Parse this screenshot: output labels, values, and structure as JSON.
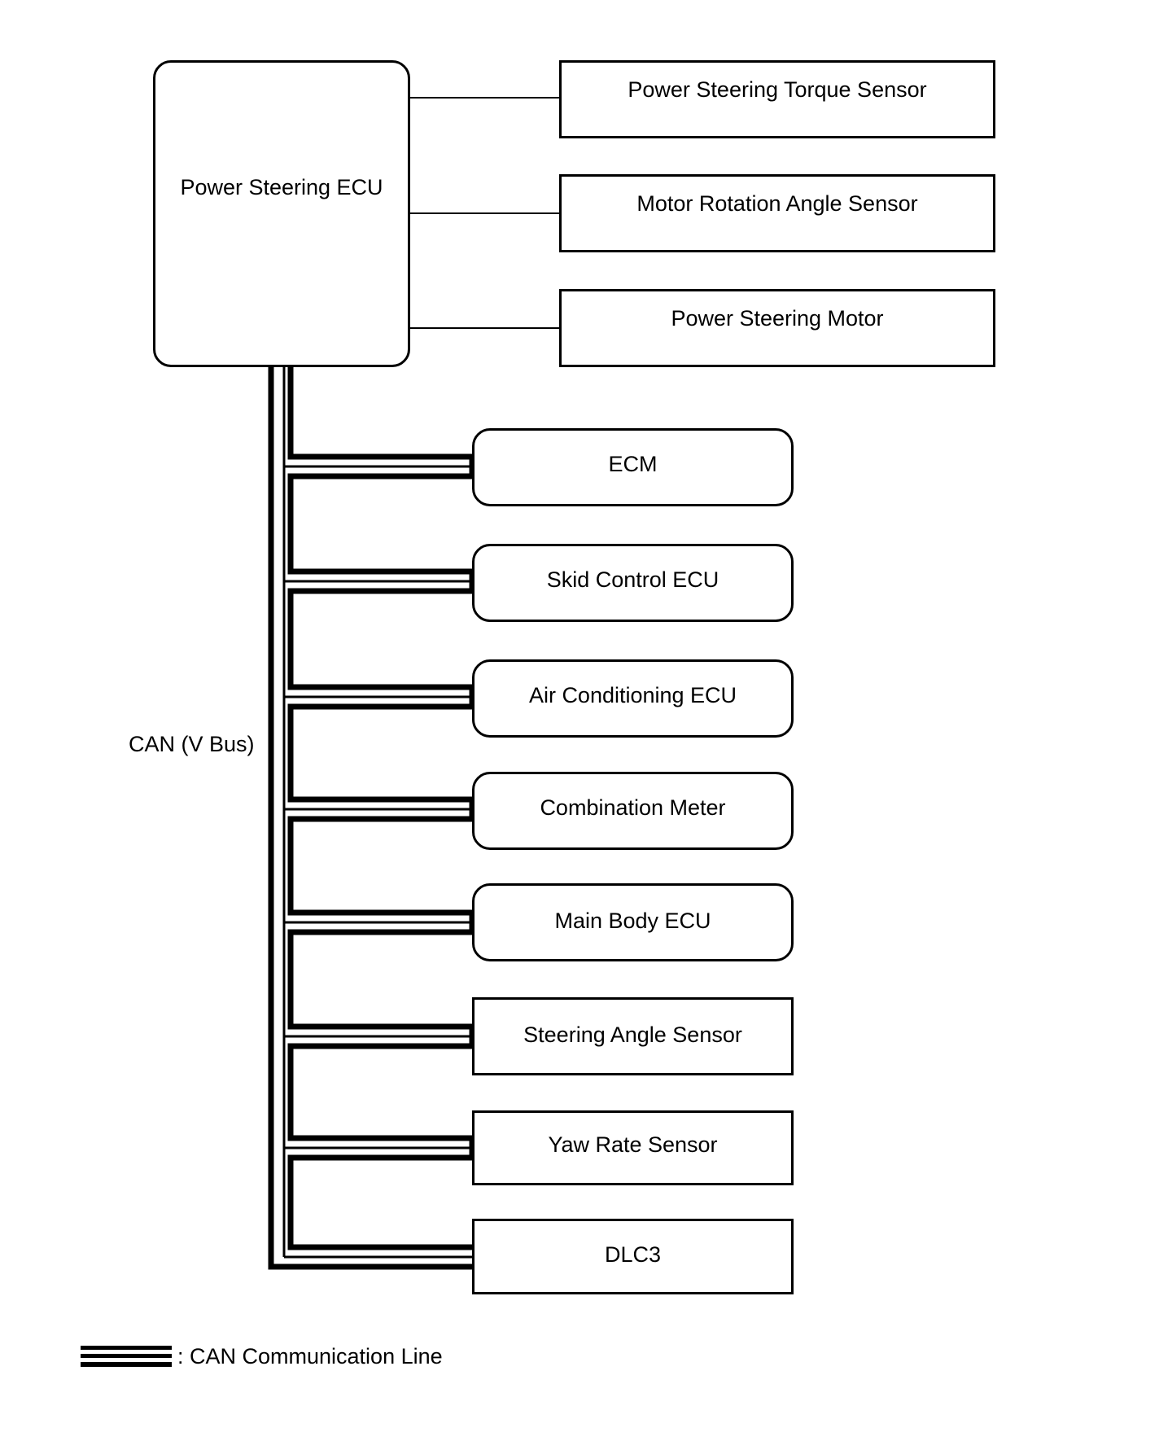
{
  "ecu": {
    "label": "Power Steering ECU"
  },
  "direct_components": [
    {
      "label": "Power Steering Torque Sensor"
    },
    {
      "label": "Motor Rotation Angle Sensor"
    },
    {
      "label": "Power Steering Motor"
    }
  ],
  "bus": {
    "label": "CAN (V Bus)",
    "nodes": [
      {
        "label": "ECM",
        "shape": "rounded"
      },
      {
        "label": "Skid Control ECU",
        "shape": "rounded"
      },
      {
        "label": "Air Conditioning ECU",
        "shape": "rounded"
      },
      {
        "label": "Combination Meter",
        "shape": "rounded"
      },
      {
        "label": "Main Body ECU",
        "shape": "rounded"
      },
      {
        "label": "Steering Angle Sensor",
        "shape": "rect"
      },
      {
        "label": "Yaw Rate Sensor",
        "shape": "rect"
      },
      {
        "label": "DLC3",
        "shape": "rect"
      }
    ]
  },
  "legend": {
    "label": ": CAN Communication Line"
  }
}
